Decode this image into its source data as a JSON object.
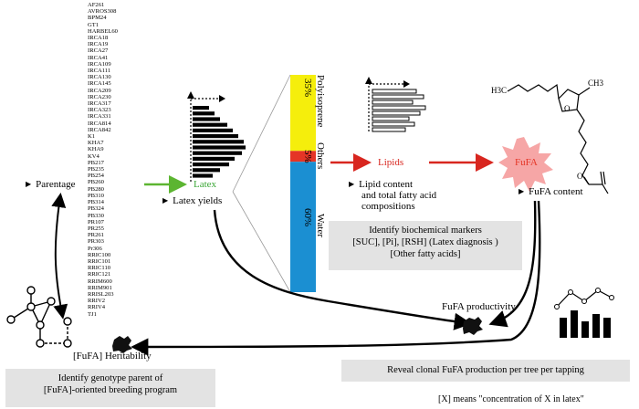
{
  "clones": [
    "AF261",
    "AVROS308",
    "BPM24",
    "GT1",
    "HARBEL60",
    "IRCA18",
    "IRCA19",
    "IRCA27",
    "IRCA41",
    "IRCA109",
    "IRCA111",
    "IRCA130",
    "IRCA145",
    "IRCA209",
    "IRCA230",
    "IRCA317",
    "IRCA323",
    "IRCA331",
    "IRCA814",
    "IRCA842",
    "K1",
    "KHA7",
    "KHA9",
    "KV4",
    "PB217",
    "PB235",
    "PB254",
    "PB260",
    "PB280",
    "PB310",
    "PB314",
    "PB324",
    "PB330",
    "PR107",
    "PR255",
    "PR261",
    "PR303",
    "Pr306",
    "RRIC100",
    "RRIC101",
    "RRIC110",
    "RRIC121",
    "RRIM600",
    "RRIM901",
    "RRISL203",
    "RRIV2",
    "RRIV4",
    "TJ1"
  ],
  "labels": {
    "parentage": "Parentage",
    "latex": "Latex",
    "latex_yields": "Latex yields",
    "lipids": "Lipids",
    "lipid_content": "Lipid content",
    "total_fatty_acid": "and total fatty acid",
    "compositions": "compositions",
    "fufa": "FuFA",
    "fufa_content": "FuFA content",
    "fufa_productivity": "FuFA productivity",
    "heritability": "[FuFA] Heritability"
  },
  "latex_composition": [
    {
      "name": "Polyisoprene",
      "pct": "35%",
      "fraction": 0.35,
      "color": "#f5ee0c"
    },
    {
      "name": "Others",
      "pct": "5%",
      "fraction": 0.05,
      "color": "#e53526"
    },
    {
      "name": "Water",
      "pct": "60%",
      "fraction": 0.6,
      "color": "#1b8fd2"
    }
  ],
  "boxes": {
    "biomarkers": [
      "Identify biochemical markers",
      "[SUC], [Pi], [RSH] (Latex diagnosis )",
      "[Other fatty acids]"
    ],
    "clonal": "Reveal clonal FuFA production per tree per tapping",
    "genotype": [
      "Identify genotype parent of",
      "[FuFA]-oriented breeding program"
    ]
  },
  "note": "[X] means \"concentration of X in latex\"",
  "molecule": {
    "methyl_left": "H3C",
    "methyl_right": "CH3",
    "oxygen": "O"
  },
  "colors": {
    "green_arrow": "#5cb531",
    "red_arrow": "#d8261f",
    "fufa_burst": "#f6a6a6",
    "fufa_text": "#e53526",
    "latex_text": "#3aa635",
    "lipids_text": "#d8261f",
    "grey_box": "#e3e3e3"
  }
}
